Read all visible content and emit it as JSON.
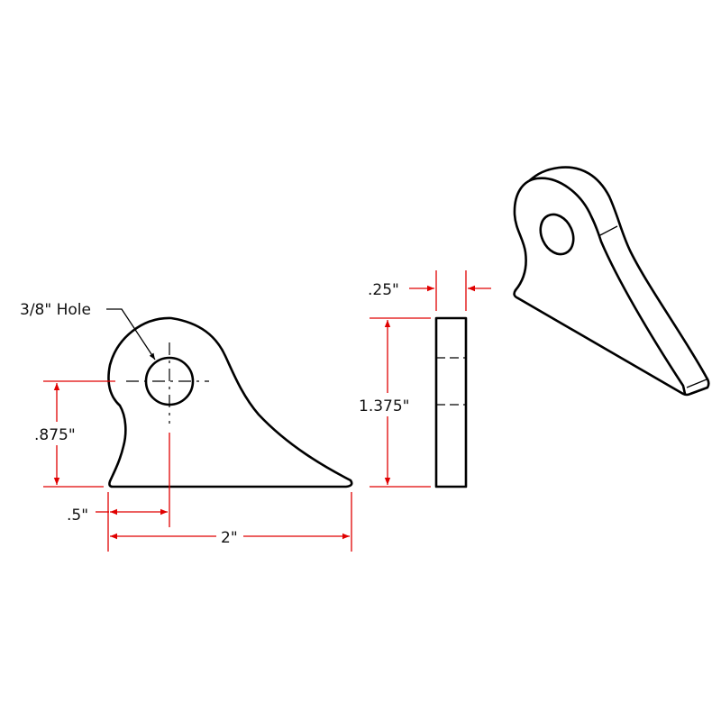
{
  "labels": {
    "hole": "3/8\" Hole",
    "height_to_hole": ".875\"",
    "hole_offset": ".5\"",
    "length": "2\"",
    "thickness": ".25\"",
    "height": "1.375\""
  },
  "colors": {
    "dimension": "#e00000",
    "outline": "#000000",
    "background": "#ffffff"
  }
}
